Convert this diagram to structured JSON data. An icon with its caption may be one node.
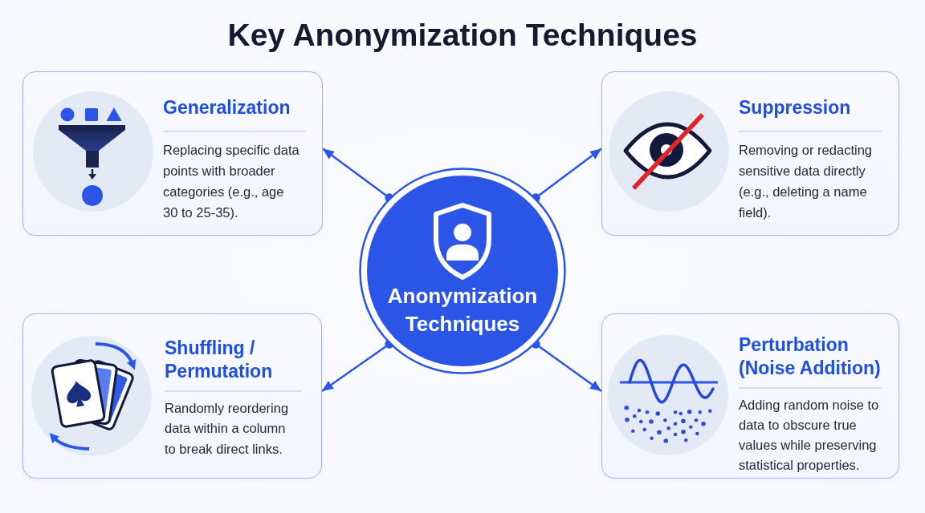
{
  "diagram": {
    "title": "Key Anonymization Techniques",
    "nodes": [
      {
        "text": [
          "Generalization",
          "Replacing specific data points with broader categories (e.g., age 30 to 25-35)."
        ]
      },
      {
        "text": [
          "Suppression",
          "Removing or redacting sensitive data directly (e.g., deleting a name field)."
        ]
      },
      {
        "text": [
          "Anonymization Techniques"
        ]
      },
      {
        "text": [
          "Shuffling / Permutation",
          "Randomly reordering data within a column to break direct links."
        ]
      },
      {
        "text": [
          "Perturbation (Noise Addition)",
          "Adding random noise to data to obscure true values while preserving statistical properties."
        ]
      }
    ],
    "edges": [
      {
        "from": 2,
        "to": 0,
        "arrow": "to"
      },
      {
        "from": 2,
        "to": 1,
        "arrow": "to"
      },
      {
        "from": 2,
        "to": 3,
        "arrow": "to"
      },
      {
        "from": 2,
        "to": 4,
        "arrow": "to"
      }
    ]
  }
}
